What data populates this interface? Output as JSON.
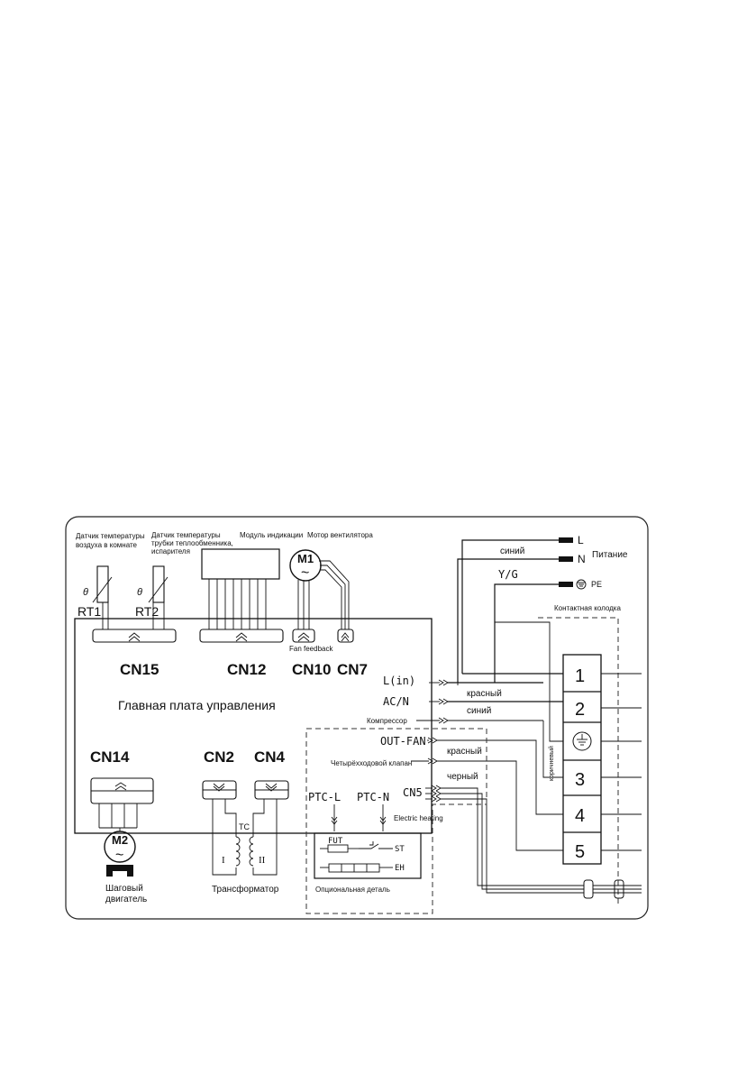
{
  "labels": {
    "rt1_desc": "Датчик температуры воздуха в комнате",
    "rt2_desc": "Датчик температуры трубки теплообменника, испарителя",
    "display_desc": "Модуль индикации",
    "fan_motor_desc": "Мотор вентилятора",
    "rt1": "RT1",
    "rt2": "RT2",
    "m1": "M1",
    "m2": "M2",
    "fan_feedback": "Fan feedback",
    "cn15": "CN15",
    "cn12": "CN12",
    "cn10": "CN10",
    "cn7": "CN7",
    "cn14": "CN14",
    "cn2": "CN2",
    "cn4": "CN4",
    "cn5": "CN5",
    "main_board": "Главная плата управления",
    "l_in": "L(in)",
    "ac_n": "AC/N",
    "compressor": "Компрессор",
    "out_fan": "OUT-FAN",
    "four_way_valve": "Четырёхходовой клапан",
    "ptc_l": "PTC-L",
    "ptc_n": "PTC-N",
    "electric_heating": "Electric heating",
    "fut": "FUT",
    "st": "ST",
    "eh": "EH",
    "optional_part": "Опциональная деталь",
    "stepper_motor_line1": "Шаговый",
    "stepper_motor_line2": "двигатель",
    "transformer": "Трансформатор",
    "tc": "TC",
    "coil_1": "I",
    "coil_2": "II",
    "wire_blue_1": "синий",
    "wire_yg": "Y/G",
    "wire_red_1": "красный",
    "wire_blue_2": "синий",
    "wire_red_2": "красный",
    "wire_black": "черный",
    "wire_brown": "коричневый",
    "power": "Питание",
    "power_l": "L",
    "power_n": "N",
    "power_pe": "PE",
    "terminal_block": "Контактная колодка",
    "term_1": "1",
    "term_2": "2",
    "term_3": "3",
    "term_4": "4",
    "term_5": "5",
    "theta_1": "θ",
    "theta_2": "θ",
    "tilde_1": "~",
    "tilde_2": "~"
  }
}
